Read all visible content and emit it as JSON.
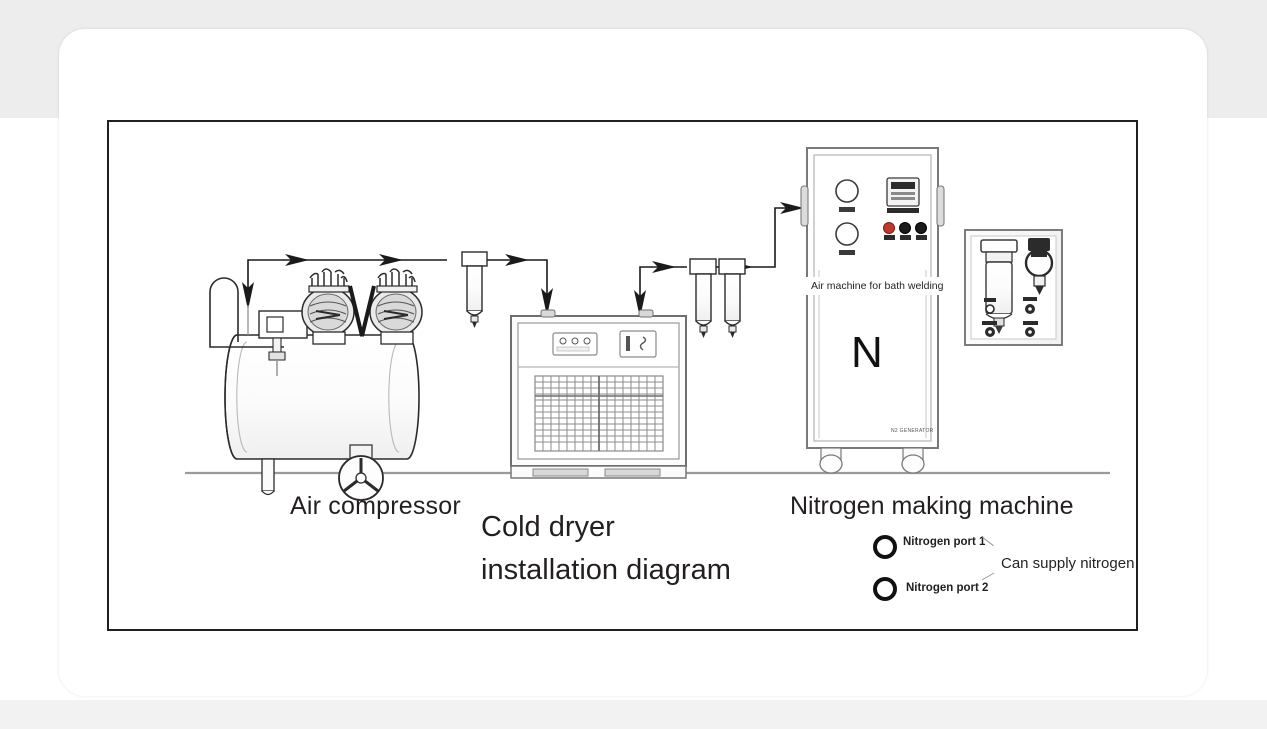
{
  "diagram": {
    "title_lines": [
      "Cold dryer",
      "installation diagram"
    ],
    "labels": {
      "air_compressor": "Air compressor",
      "nitrogen_making_machine": "Nitrogen making machine",
      "cold_dryer_line1": "Cold dryer",
      "cold_dryer_line2": "installation diagram",
      "air_machine_bath_welding": "Air machine for bath welding",
      "nitrogen_symbol": "N",
      "nitrogen_port_1": "Nitrogen port 1",
      "nitrogen_port_2": "Nitrogen port 2",
      "can_supply_nitrogen": "Can supply nitrogen",
      "cabinet_brand_mark": "N2 GENERATOR"
    },
    "colors": {
      "line": "#231f20",
      "background": "#ffffff",
      "band": "#ededee",
      "metal_grey": "#9a9a9a",
      "indicator_red": "#c0392b",
      "indicator_black": "#1a1a1a"
    },
    "equipment": [
      {
        "name": "air-compressor",
        "caption": "Air compressor"
      },
      {
        "name": "cold-dryer",
        "caption": "Cold dryer installation diagram"
      },
      {
        "name": "nitrogen-making-machine",
        "caption": "Nitrogen making machine"
      },
      {
        "name": "filter-regulator-panel",
        "caption": ""
      }
    ],
    "flow": {
      "arrow_count": 8,
      "description": "air flows from compressor through filter to cold dryer, through two filters to nitrogen making machine"
    }
  }
}
